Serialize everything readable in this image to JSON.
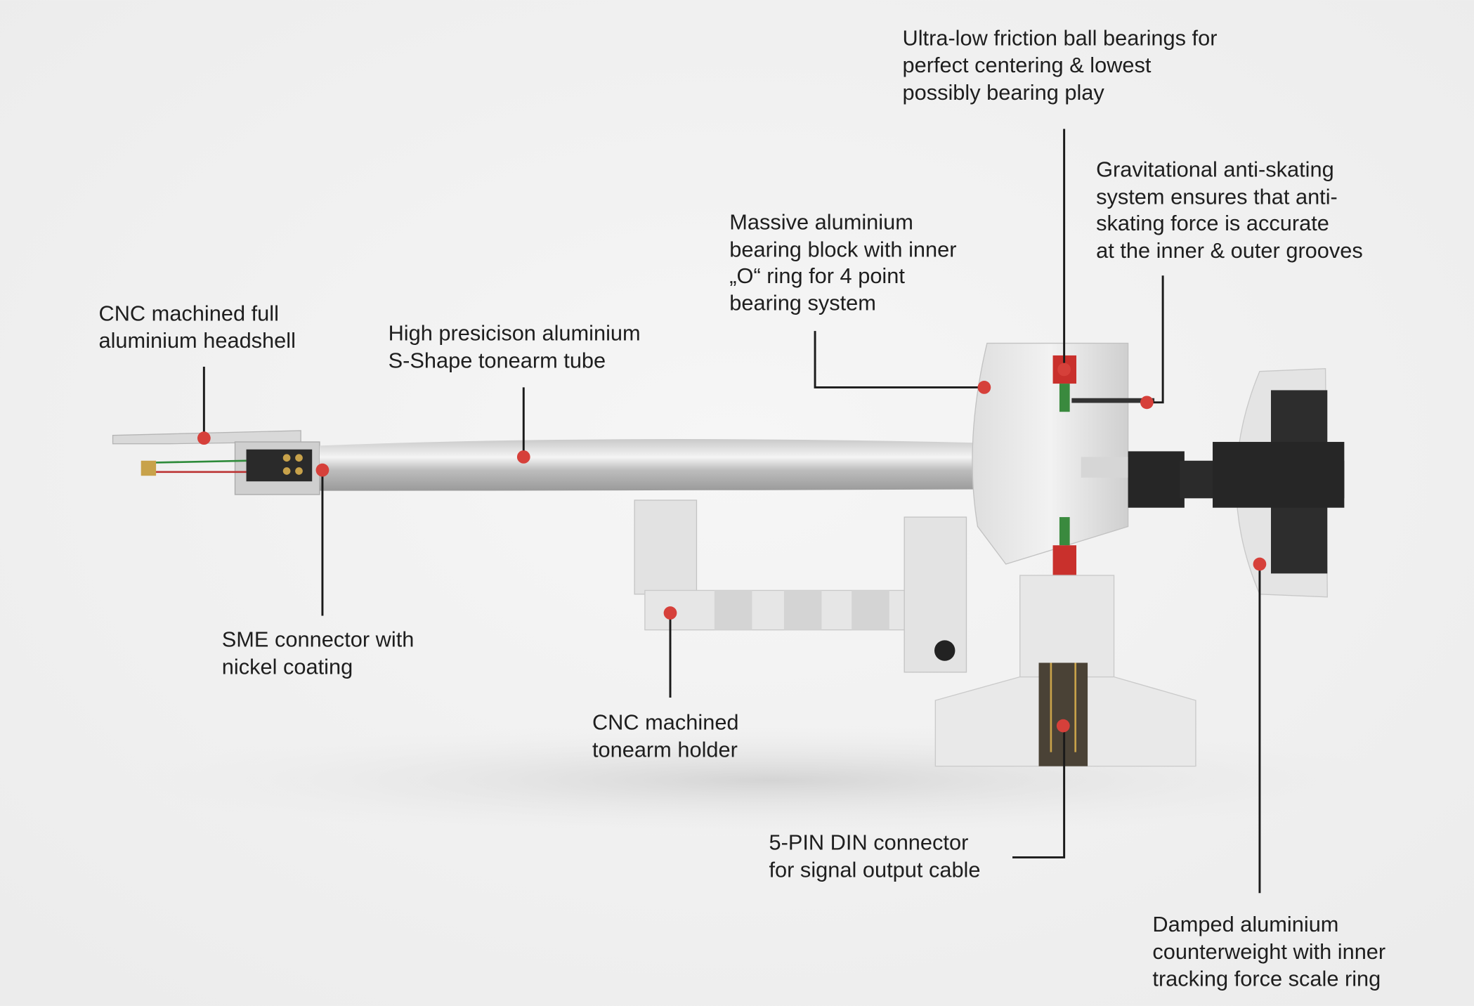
{
  "callouts": {
    "bearings": [
      "Ultra-low friction ball bearings for",
      "perfect centering & lowest",
      "possibly bearing play"
    ],
    "antiskating": [
      "Gravitational anti-skating",
      "system ensures that anti-",
      "skating force is accurate",
      "at the inner & outer grooves"
    ],
    "bearing_block": [
      "Massive aluminium",
      "bearing block with inner",
      "„O“ ring for 4 point",
      "bearing system"
    ],
    "headshell": [
      "CNC machined full",
      "aluminium headshell"
    ],
    "tube": [
      "High presicison aluminium",
      "S-Shape tonearm tube"
    ],
    "sme": [
      "SME connector with",
      "nickel coating"
    ],
    "holder": [
      "CNC machined",
      "tonearm holder"
    ],
    "din": [
      "5-PIN DIN connector",
      "for signal output cable"
    ],
    "counterweight": [
      "Damped aluminium",
      "counterweight with inner",
      "tracking force scale ring"
    ]
  },
  "colors": {
    "marker": "#d6403a",
    "leader": "#1a1a1a",
    "background": "#f1f1f1"
  }
}
